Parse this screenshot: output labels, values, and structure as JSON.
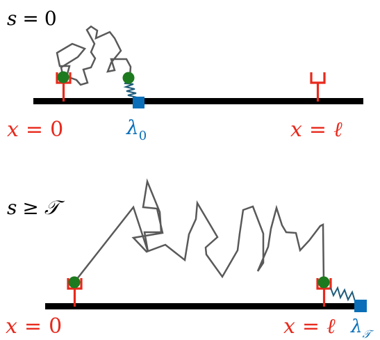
{
  "colors": {
    "line": "#000000",
    "walk": "#595959",
    "anchor": "#e8291c",
    "bead": "#1e7a1e",
    "spring": "#1f5c7a",
    "slider": "#0a6fb8",
    "label_black": "#111111"
  },
  "top_panel": {
    "state_label_s": "s",
    "state_label_rel": "=",
    "state_label_val": "0",
    "left_anchor_label": {
      "var": "x",
      "rel": "=",
      "val": "0"
    },
    "right_anchor_label": {
      "var": "x",
      "rel": "=",
      "val": "ℓ"
    },
    "slider_label": {
      "base": "λ",
      "sub": "0"
    }
  },
  "bottom_panel": {
    "state_label_s": "s",
    "state_label_rel": "≥",
    "state_label_val": "𝒯",
    "left_anchor_label": {
      "var": "x",
      "rel": "=",
      "val": "0"
    },
    "right_anchor_label": {
      "var": "x",
      "rel": "=",
      "val": "ℓ"
    },
    "slider_label": {
      "base": "λ",
      "sub": "𝒯"
    }
  }
}
